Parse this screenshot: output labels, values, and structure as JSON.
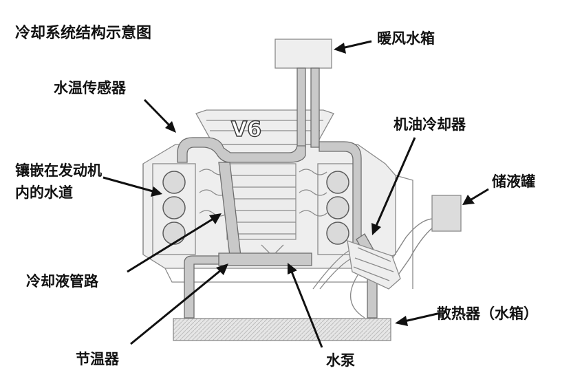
{
  "title": "冷却系统结构示意图",
  "engine_mark": "V6",
  "labels": {
    "heater_core": "暖风水箱",
    "temp_sensor": "水温传感器",
    "oil_cooler": "机油冷却器",
    "water_jacket_line1": "镶嵌在发动机",
    "water_jacket_line2": "内的水道",
    "reservoir": "储液罐",
    "coolant_pipe": "冷却液管路",
    "radiator": "散热器（水箱）",
    "thermostat": "节温器",
    "water_pump": "水泵"
  }
}
